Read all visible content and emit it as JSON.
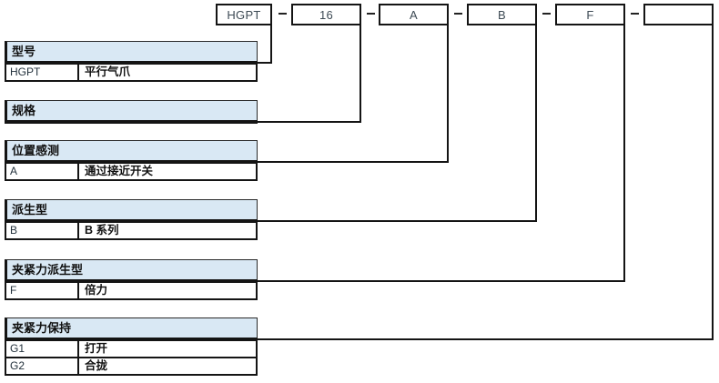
{
  "code_boxes": [
    {
      "label": "HGPT"
    },
    {
      "label": "16"
    },
    {
      "label": "A"
    },
    {
      "label": "B"
    },
    {
      "label": "F"
    },
    {
      "label": ""
    }
  ],
  "separator": "–",
  "sections": [
    {
      "title": "型号",
      "rows": [
        {
          "code": "HGPT",
          "desc": "平行气爪"
        }
      ]
    },
    {
      "title": "规格",
      "rows": []
    },
    {
      "title": "位置感测",
      "rows": [
        {
          "code": "A",
          "desc": "通过接近开关"
        }
      ]
    },
    {
      "title": "派生型",
      "rows": [
        {
          "code": "B",
          "desc": "B 系列"
        }
      ]
    },
    {
      "title": "夹紧力派生型",
      "rows": [
        {
          "code": "F",
          "desc": "倍力"
        }
      ]
    },
    {
      "title": "夹紧力保持",
      "rows": [
        {
          "code": "G1",
          "desc": "打开"
        },
        {
          "code": "G2",
          "desc": "合拢"
        }
      ]
    }
  ],
  "colors": {
    "header_bg": "#d9e8f4",
    "line": "#141414",
    "code_text": "#3d4a54"
  }
}
